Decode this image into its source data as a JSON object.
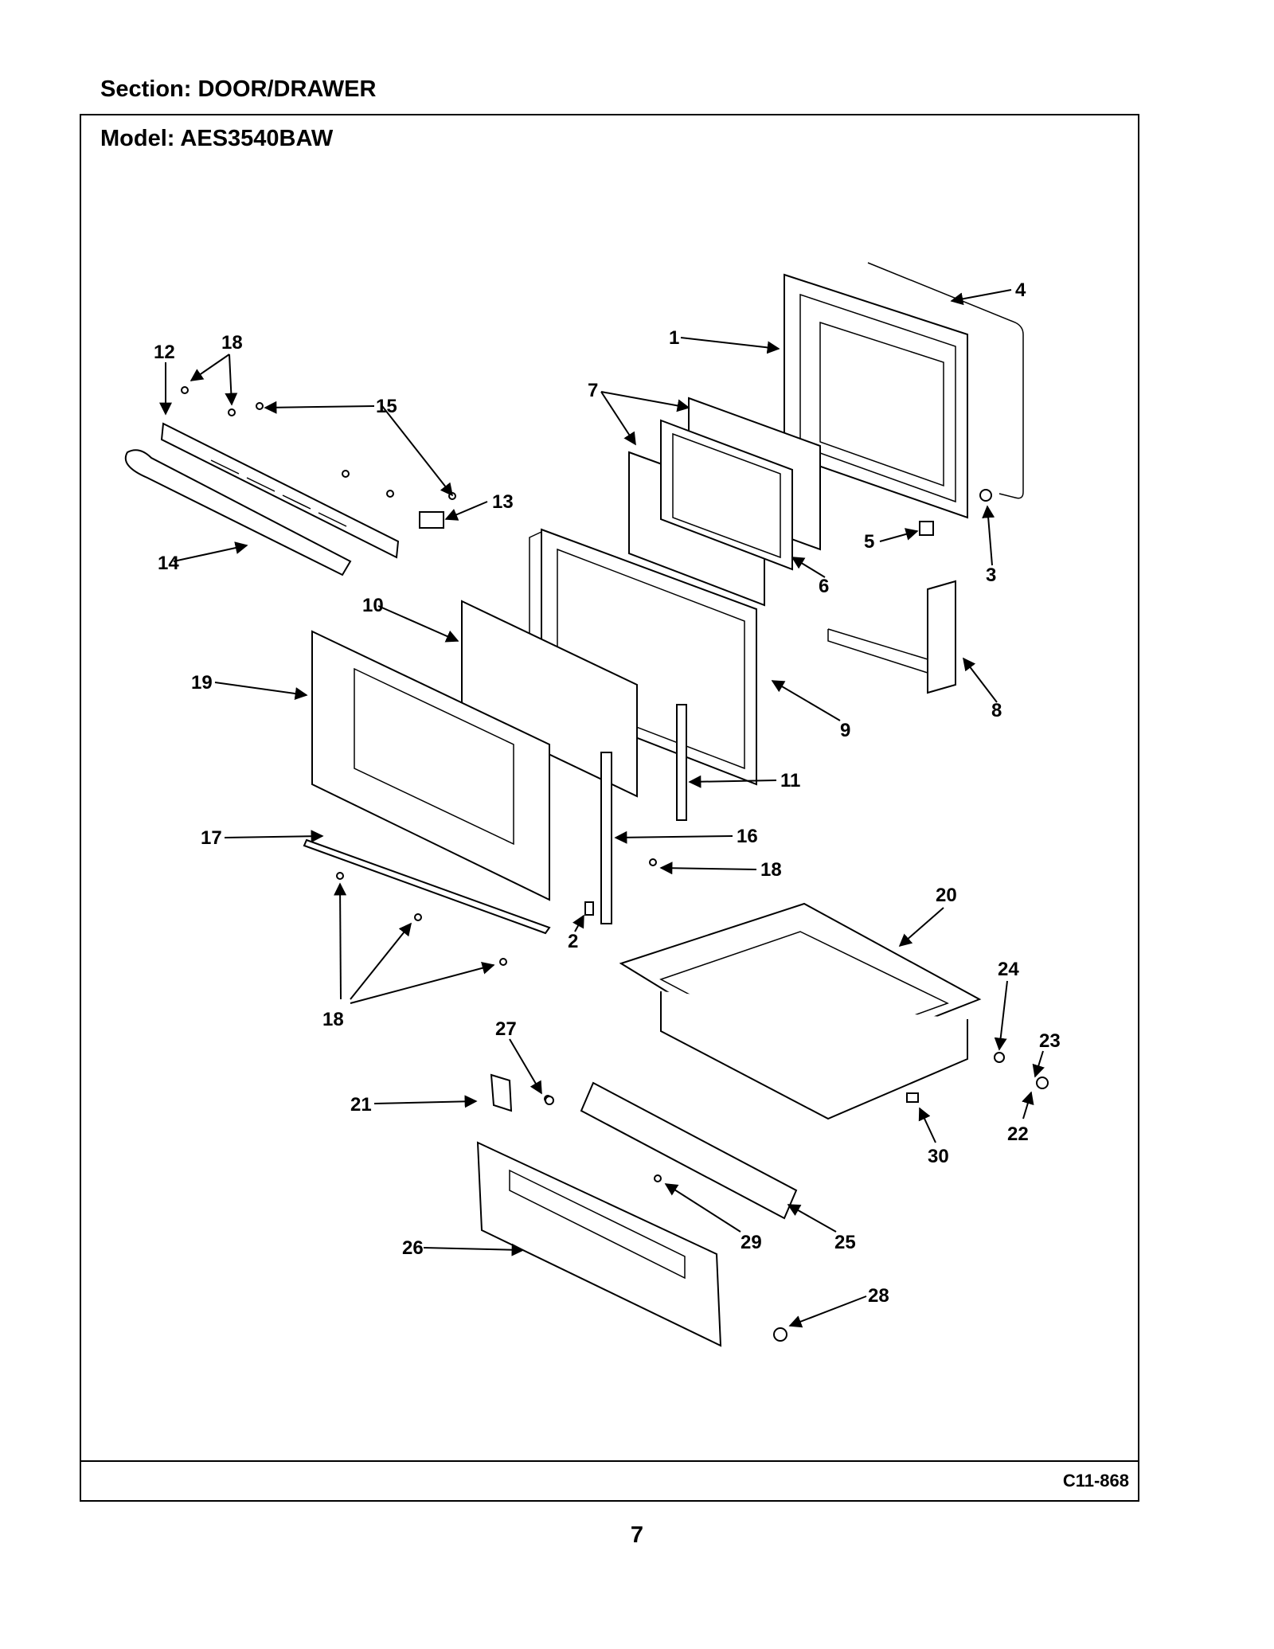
{
  "header": {
    "section": "Section:  DOOR/DRAWER",
    "model": "Model:  AES3540BAW"
  },
  "footer": {
    "diagram_code": "C11-868",
    "page_number": "7"
  },
  "callouts": {
    "c1": "1",
    "c2": "2",
    "c3": "3",
    "c4": "4",
    "c5": "5",
    "c6": "6",
    "c7": "7",
    "c8": "8",
    "c9": "9",
    "c10": "10",
    "c11": "11",
    "c12": "12",
    "c13": "13",
    "c14": "14",
    "c15": "15",
    "c16": "16",
    "c17": "17",
    "c18a": "18",
    "c18b": "18",
    "c18c": "18",
    "c19": "19",
    "c20": "20",
    "c21": "21",
    "c22": "22",
    "c23": "23",
    "c24": "24",
    "c25": "25",
    "c26": "26",
    "c27": "27",
    "c28": "28",
    "c29": "29",
    "c30": "30"
  }
}
